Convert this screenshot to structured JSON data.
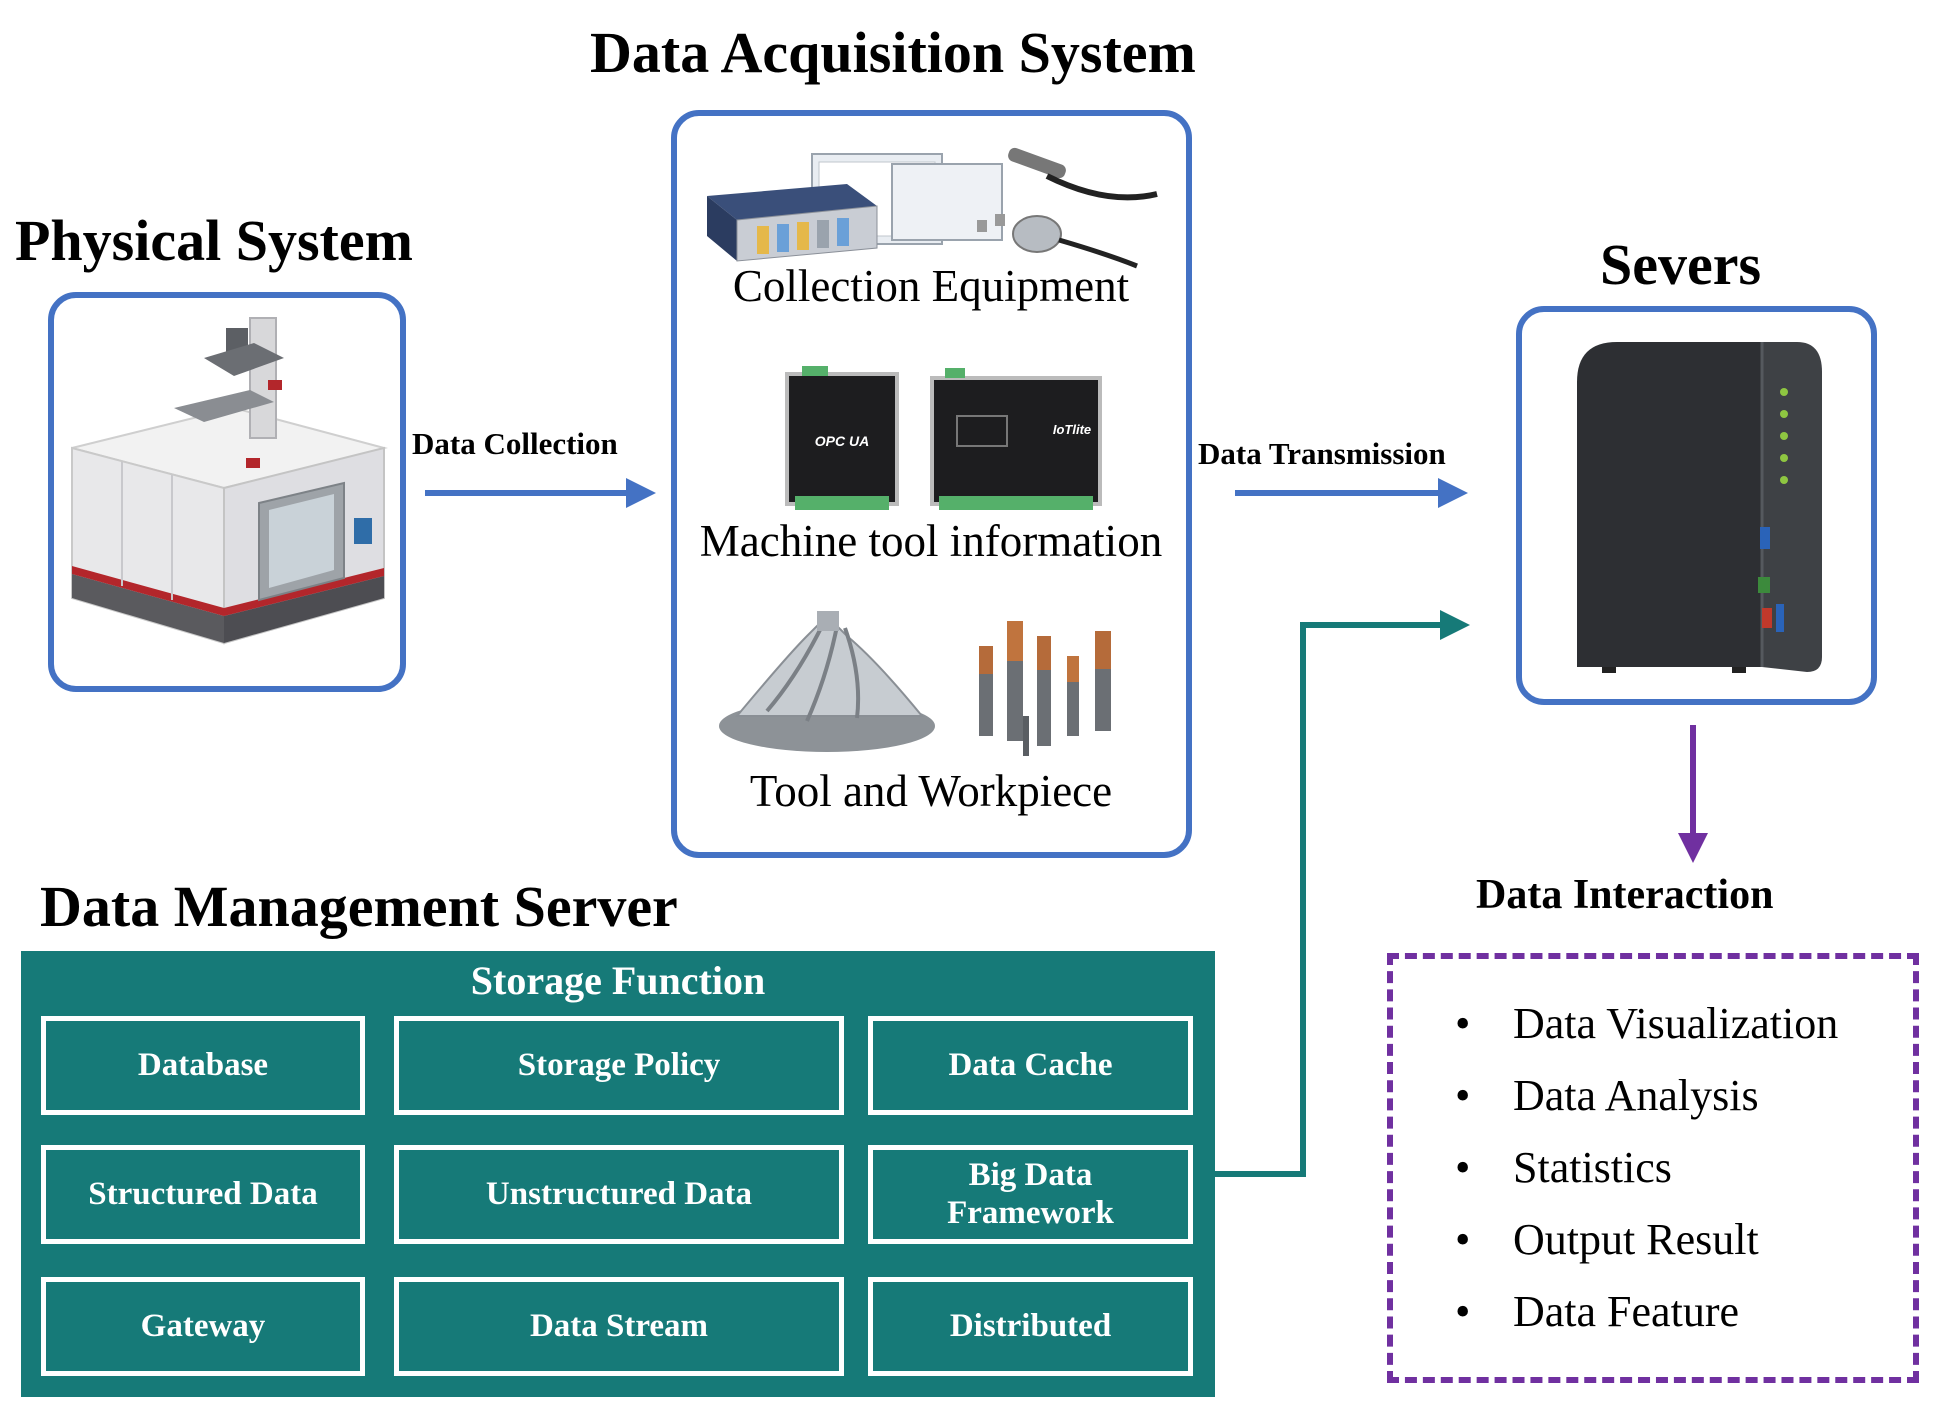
{
  "physical": {
    "title": "Physical System"
  },
  "acquisition": {
    "title": "Data Acquisition System",
    "captions": [
      "Collection Equipment",
      "Machine tool information",
      "Tool and Workpiece"
    ]
  },
  "servers": {
    "title": "Severs"
  },
  "arrows": {
    "collection": "Data Collection",
    "transmission": "Data Transmission"
  },
  "management": {
    "title": "Data Management Server",
    "storage_title": "Storage Function",
    "cells": [
      "Database",
      "Storage Policy",
      "Data Cache",
      "Structured Data",
      "Unstructured Data",
      "Big Data\nFramework",
      "Gateway",
      "Data Stream",
      "Distributed"
    ]
  },
  "interaction": {
    "title": "Data Interaction",
    "bullet": "•",
    "items": [
      "Data Visualization",
      "Data Analysis",
      "Statistics",
      "Output Result",
      "Data Feature"
    ]
  },
  "device_labels": {
    "gateway_1": "OPC UA",
    "gateway_2": "IoTlite"
  },
  "colors": {
    "panel_border": "#4472C4",
    "blue_arrow": "#4472C4",
    "teal": "#167A78",
    "purple": "#7030A0"
  }
}
